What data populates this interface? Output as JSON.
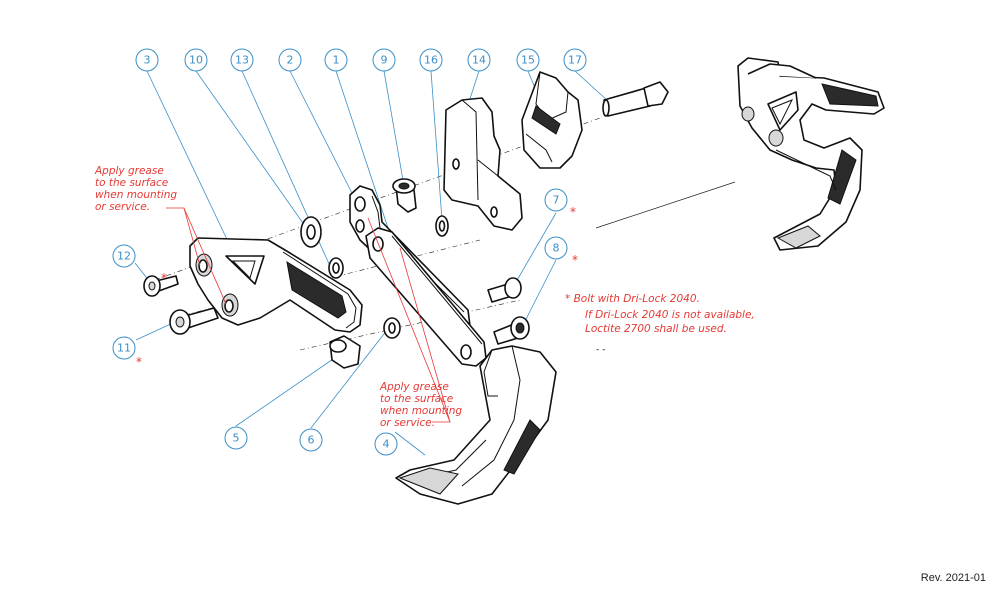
{
  "balloons": [
    {
      "id": "b3",
      "label": "3"
    },
    {
      "id": "b10",
      "label": "10"
    },
    {
      "id": "b13",
      "label": "13"
    },
    {
      "id": "b2",
      "label": "2"
    },
    {
      "id": "b1",
      "label": "1"
    },
    {
      "id": "b9",
      "label": "9"
    },
    {
      "id": "b16",
      "label": "16"
    },
    {
      "id": "b14",
      "label": "14"
    },
    {
      "id": "b15",
      "label": "15"
    },
    {
      "id": "b17",
      "label": "17"
    },
    {
      "id": "b7",
      "label": "7"
    },
    {
      "id": "b8",
      "label": "8"
    },
    {
      "id": "b12",
      "label": "12"
    },
    {
      "id": "b11",
      "label": "11"
    },
    {
      "id": "b5",
      "label": "5"
    },
    {
      "id": "b6",
      "label": "6"
    },
    {
      "id": "b4",
      "label": "4"
    }
  ],
  "notes": {
    "grease_top": [
      "Apply grease",
      "to the surface",
      "when mounting",
      "or service."
    ],
    "grease_bottom": [
      "Apply grease",
      "to the surface",
      "when mounting",
      "or service."
    ],
    "bolt": [
      "* Bolt with Dri-Lock 2040.",
      "If Dri-Lock 2040 is not available,",
      "Loctite 2700 shall be used."
    ],
    "asterisk": "*"
  },
  "revision": "Rev. 2021-01",
  "colors": {
    "balloon": "#3b8fc6",
    "note": "#e53935",
    "line": "#111111"
  }
}
